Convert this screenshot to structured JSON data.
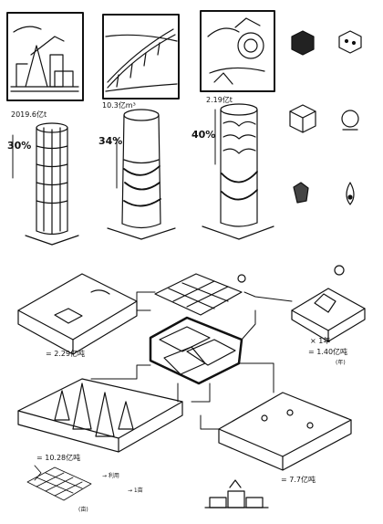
{
  "top": {
    "panel1_value": "2019.6亿t",
    "panel2_value": "10.3亿m³",
    "panel3_value": "2.19亿t",
    "pct_left": "30%",
    "pct_mid": "34%",
    "pct_right": "40%"
  },
  "bottom": {
    "value_left_mid": "= 2.29亿吨",
    "value_right_mid": "= 1.40亿吨",
    "value_right_mid_sub": "(年)",
    "multiplier": "× 1年",
    "value_left_bottom": "= 10.28亿吨",
    "value_right_bottom": "= 7.7亿吨",
    "legend_arrow_label": "→ 利用",
    "legend_bracket_label": "→ 1亩",
    "legend_note": "(亩)"
  }
}
